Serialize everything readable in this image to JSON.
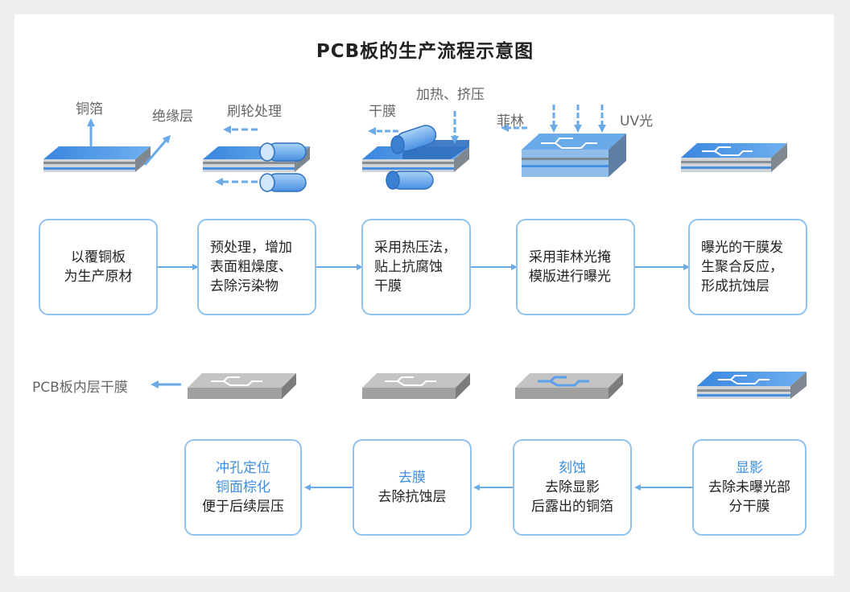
{
  "title": "PCB板的生产流程示意图",
  "labels": {
    "copper_foil": "铜箔",
    "insulation": "绝缘层",
    "brush": "刷轮处理",
    "dry_film": "干膜",
    "heat_press": "加热、挤压",
    "film": "菲林",
    "uv": "UV光",
    "inner_layer": "PCB板内层干膜"
  },
  "top_steps": [
    {
      "lines": [
        "以覆铜板",
        "为生产原材"
      ]
    },
    {
      "lines": [
        "预处理，增加",
        "表面粗燥度、",
        "去除污染物"
      ]
    },
    {
      "lines": [
        "采用热压法，",
        "贴上抗腐蚀",
        "干膜"
      ]
    },
    {
      "lines": [
        "采用菲林光掩",
        "模版进行曝光"
      ]
    },
    {
      "lines": [
        "曝光的干膜发",
        "生聚合反应，",
        "形成抗蚀层"
      ]
    }
  ],
  "bottom_steps": [
    {
      "title": [
        "冲孔定位",
        "铜面棕化"
      ],
      "lines": [
        "便于后续层压"
      ]
    },
    {
      "title": [
        "去膜"
      ],
      "lines": [
        "去除抗蚀层"
      ]
    },
    {
      "title": [
        "刻蚀"
      ],
      "lines": [
        "去除显影",
        "后露出的铜箔"
      ]
    },
    {
      "title": [
        "显影"
      ],
      "lines": [
        "去除未曝光部",
        "分干膜"
      ]
    }
  ],
  "colors": {
    "accent": "#3d8ee0",
    "box_border": "#8fc2ee",
    "arrow": "#6aaae8",
    "board_blue": "#4a90e2",
    "board_gray": "#a8a8a8"
  }
}
